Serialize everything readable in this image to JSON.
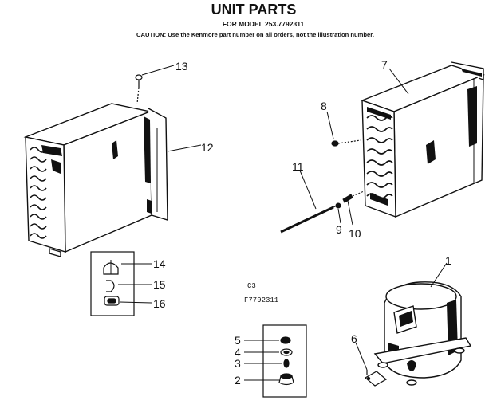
{
  "header": {
    "title": "UNIT PARTS",
    "model_line": "FOR MODEL 253.7792311",
    "caution_line": "CAUTION: Use the Kenmore part number on all orders, not the illustration number."
  },
  "diagram_code": [
    "C3",
    "F7792311"
  ],
  "callouts": {
    "p1": "1",
    "p2": "2",
    "p3": "3",
    "p4": "4",
    "p5": "5",
    "p6": "6",
    "p7": "7",
    "p8": "8",
    "p9": "9",
    "p10": "10",
    "p11": "11",
    "p12": "12",
    "p13": "13",
    "p14": "14",
    "p15": "15",
    "p16": "16"
  }
}
